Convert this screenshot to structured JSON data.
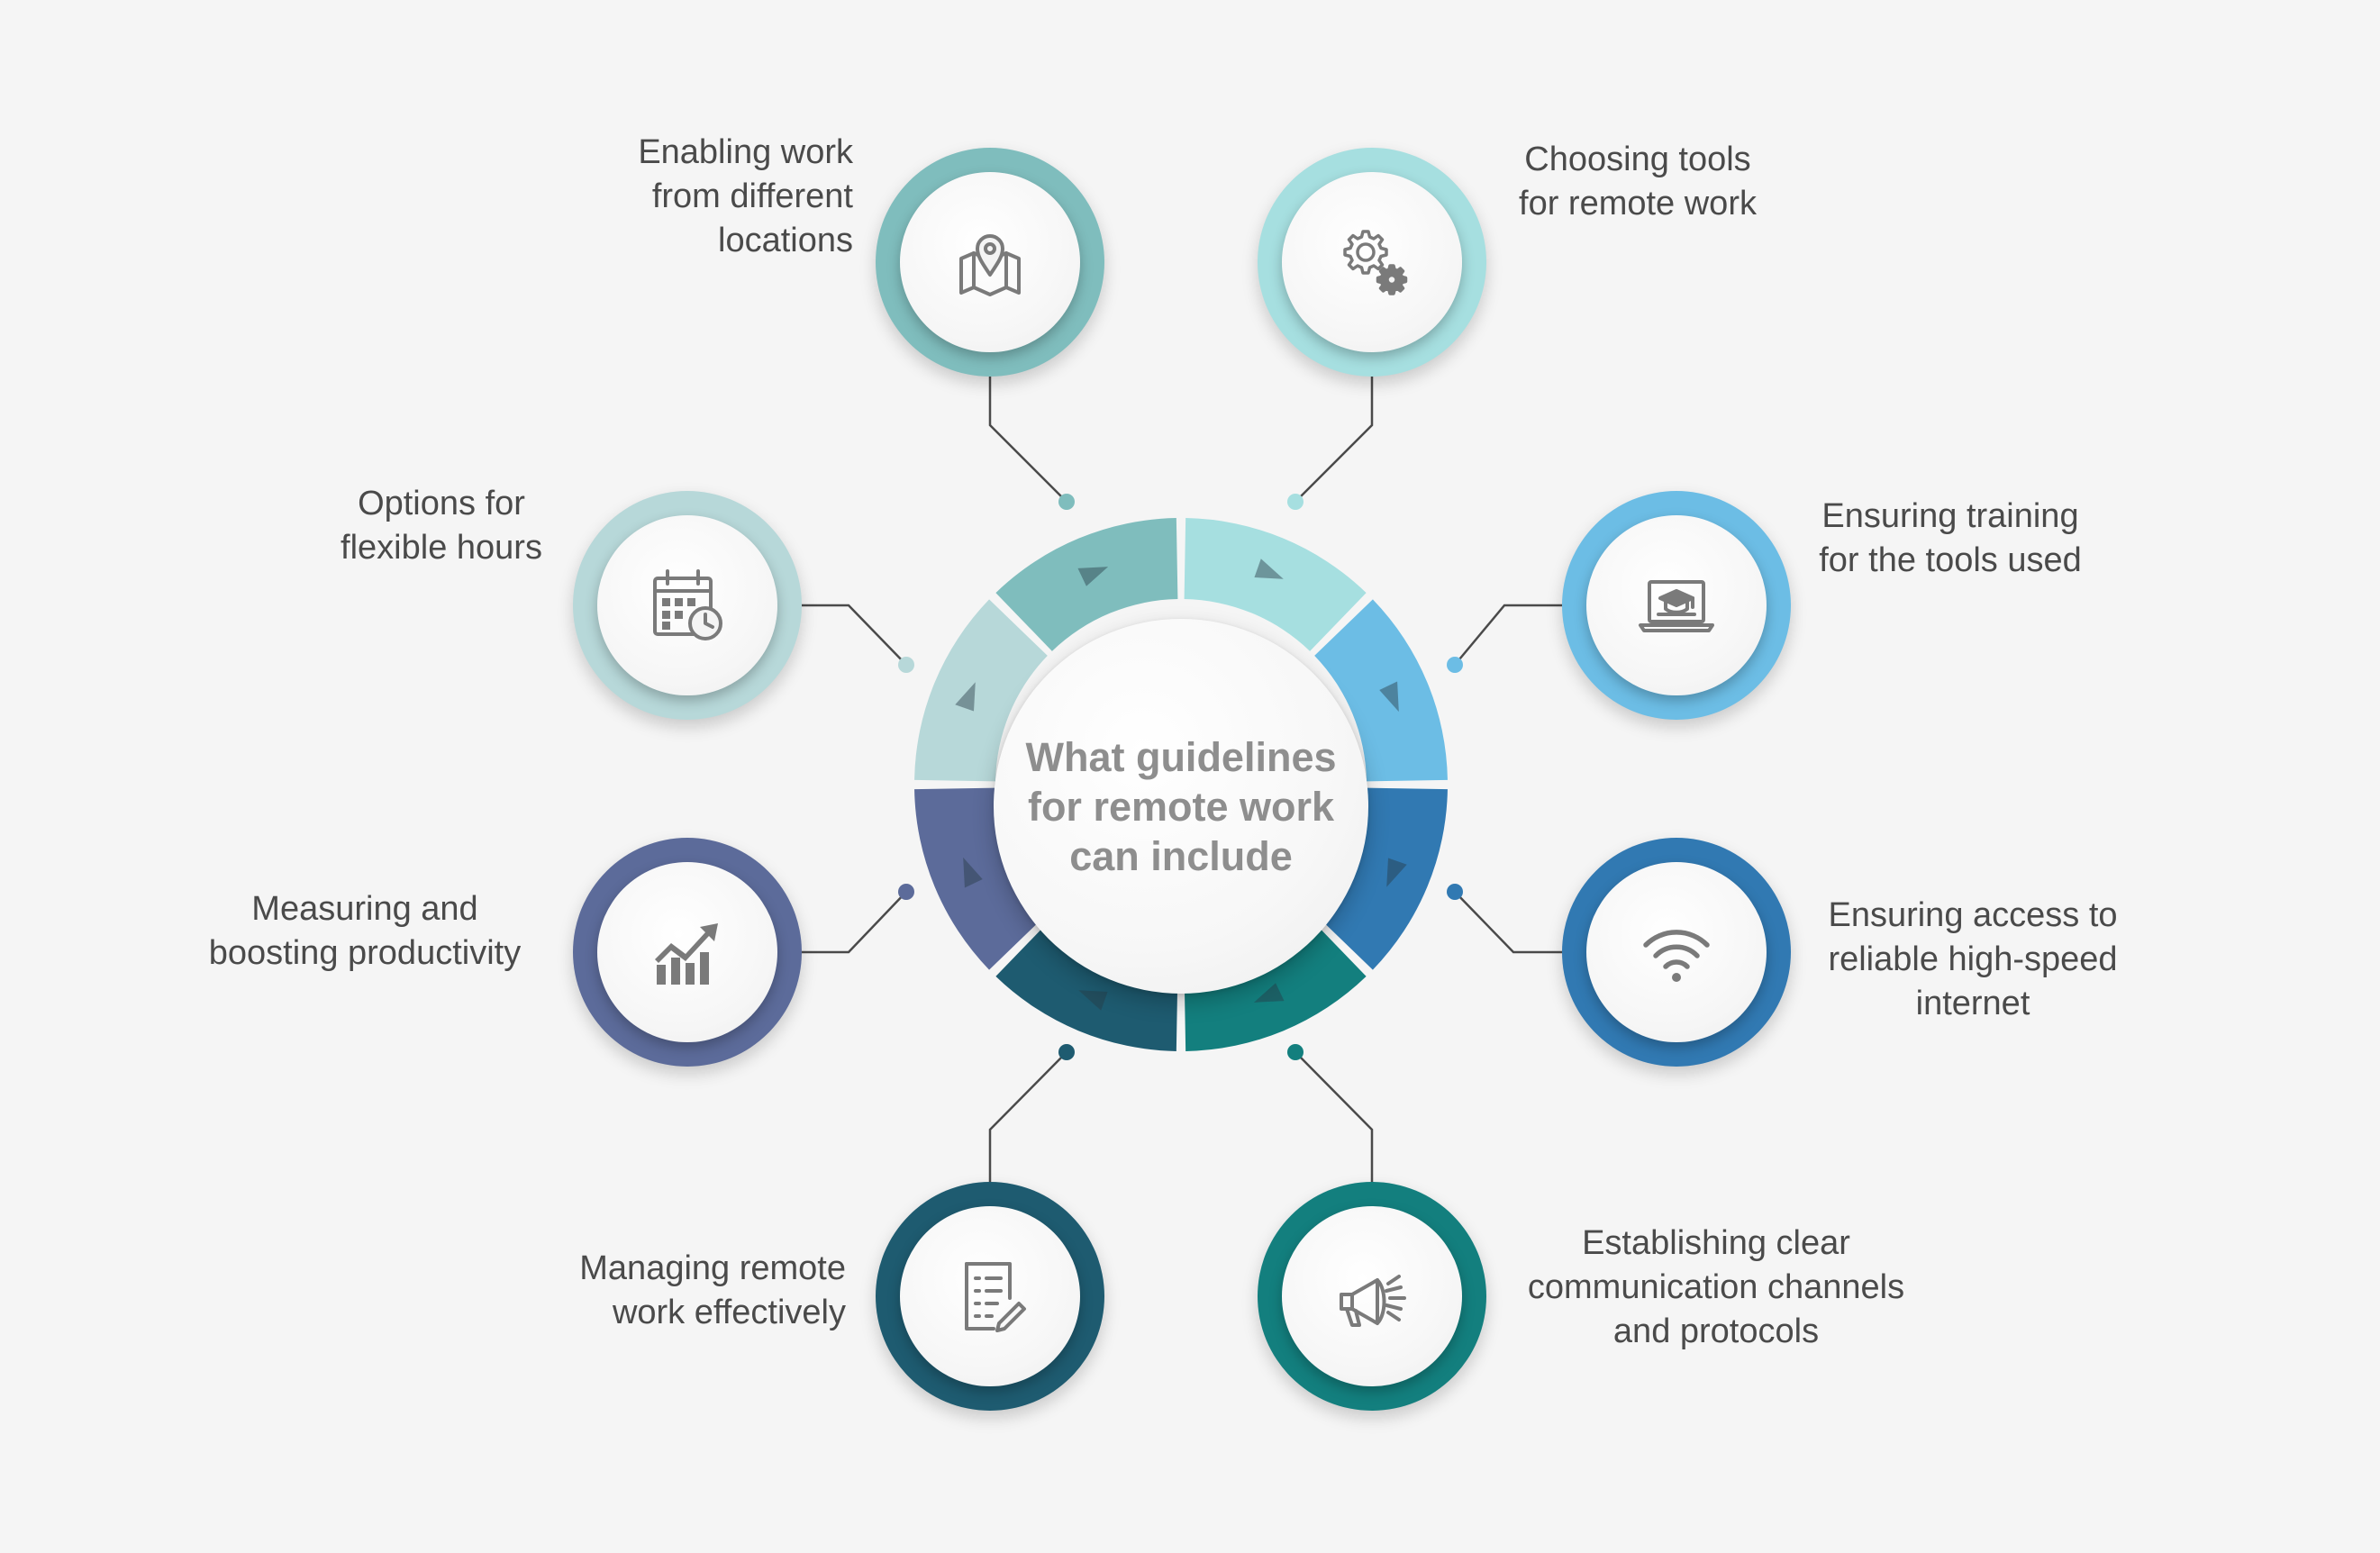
{
  "center": {
    "title_lines": [
      "What guidelines",
      "for remote work",
      "can include"
    ]
  },
  "colors": {
    "background": "#f5f5f5",
    "connector": "#4a4a4a",
    "label_text": "#4a4a4a",
    "center_text": "#8e8e8e",
    "icon_stroke": "#7a7a7a"
  },
  "nodes": [
    {
      "id": "locations",
      "icon": "map-pin-icon",
      "color": "#7fbdbd",
      "label_lines": [
        "Enabling work",
        "from different",
        "locations"
      ]
    },
    {
      "id": "tools",
      "icon": "gears-icon",
      "color": "#a6dfe0",
      "label_lines": [
        "Choosing tools",
        "for remote work"
      ]
    },
    {
      "id": "training",
      "icon": "laptop-graduation-icon",
      "color": "#6cbde5",
      "label_lines": [
        "Ensuring training",
        "for the tools used"
      ]
    },
    {
      "id": "internet",
      "icon": "wifi-icon",
      "color": "#3179b2",
      "label_lines": [
        "Ensuring access to",
        "reliable high-speed",
        "internet"
      ]
    },
    {
      "id": "communication",
      "icon": "megaphone-icon",
      "color": "#137f7e",
      "label_lines": [
        "Establishing clear",
        "communication channels",
        "and protocols"
      ]
    },
    {
      "id": "managing",
      "icon": "checklist-icon",
      "color": "#1e5b70",
      "label_lines": [
        "Managing remote",
        "work effectively"
      ]
    },
    {
      "id": "productivity",
      "icon": "growth-chart-icon",
      "color": "#5c6b9a",
      "label_lines": [
        "Measuring and",
        "boosting productivity"
      ]
    },
    {
      "id": "hours",
      "icon": "calendar-clock-icon",
      "color": "#b7d8d9",
      "label_lines": [
        "Options for",
        "flexible hours"
      ]
    }
  ]
}
